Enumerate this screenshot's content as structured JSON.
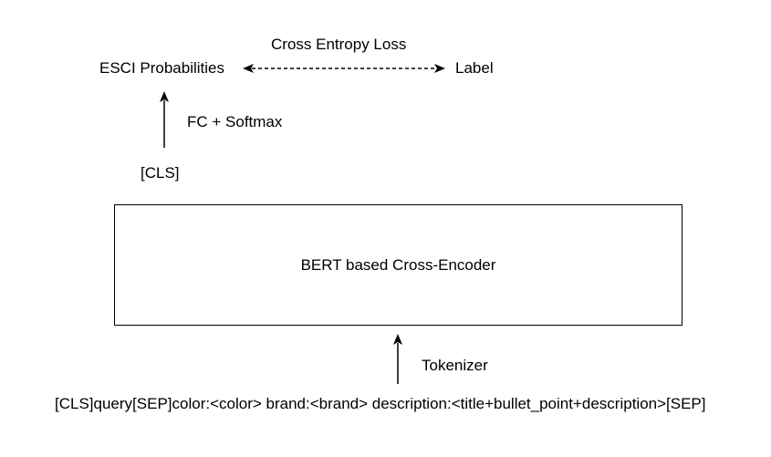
{
  "nodes": {
    "esci_probabilities": "ESCI Probabilities",
    "label": "Label",
    "cls": "[CLS]",
    "encoder": "BERT based Cross-Encoder",
    "input_sequence": "[CLS]query[SEP]color:<color> brand:<brand> description:<title+bullet_point+description>[SEP]"
  },
  "edges": {
    "loss": "Cross Entropy Loss",
    "fc_softmax": "FC + Softmax",
    "tokenizer": "Tokenizer"
  },
  "colors": {
    "stroke": "#000000",
    "background": "#ffffff"
  }
}
